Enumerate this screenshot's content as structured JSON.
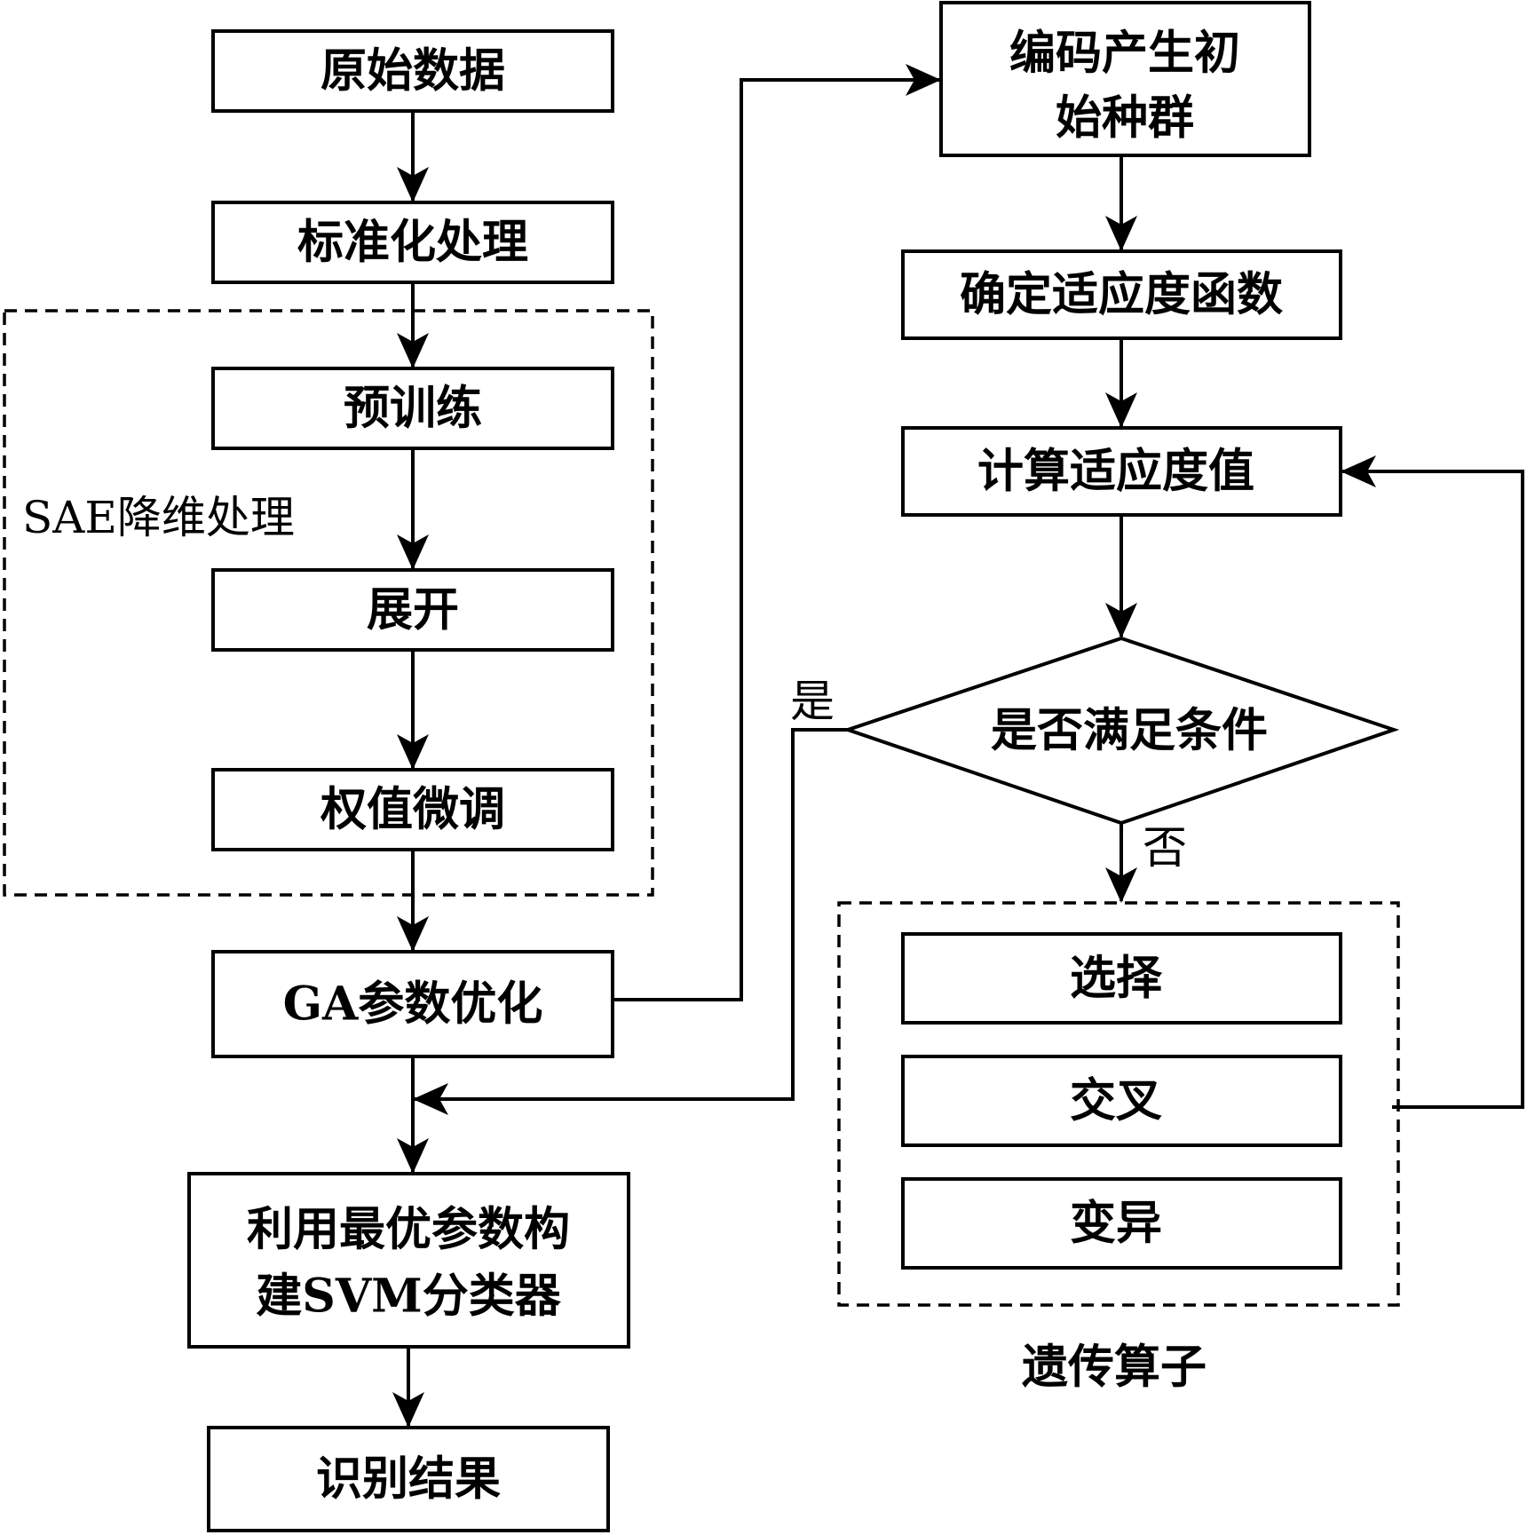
{
  "left_flow": {
    "raw_data": "原始数据",
    "standardize": "标准化处理",
    "sae_group_label": "SAE降维处理",
    "pretrain": "预训练",
    "unfold": "展开",
    "finetune": "权值微调",
    "ga_optimize": "GA参数优化",
    "build_svm_line1": "利用最优参数构",
    "build_svm_line2": "建SVM分类器",
    "result": "识别结果"
  },
  "right_flow": {
    "encode_line1": "编码产生初",
    "encode_line2": "始种群",
    "fitness_func": "确定适应度函数",
    "fitness_value": "计算适应度值",
    "decision": "是否满足条件",
    "yes_label": "是",
    "no_label": "否",
    "selection": "选择",
    "crossover": "交叉",
    "mutation": "变异",
    "operators_group_label": "遗传算子"
  }
}
